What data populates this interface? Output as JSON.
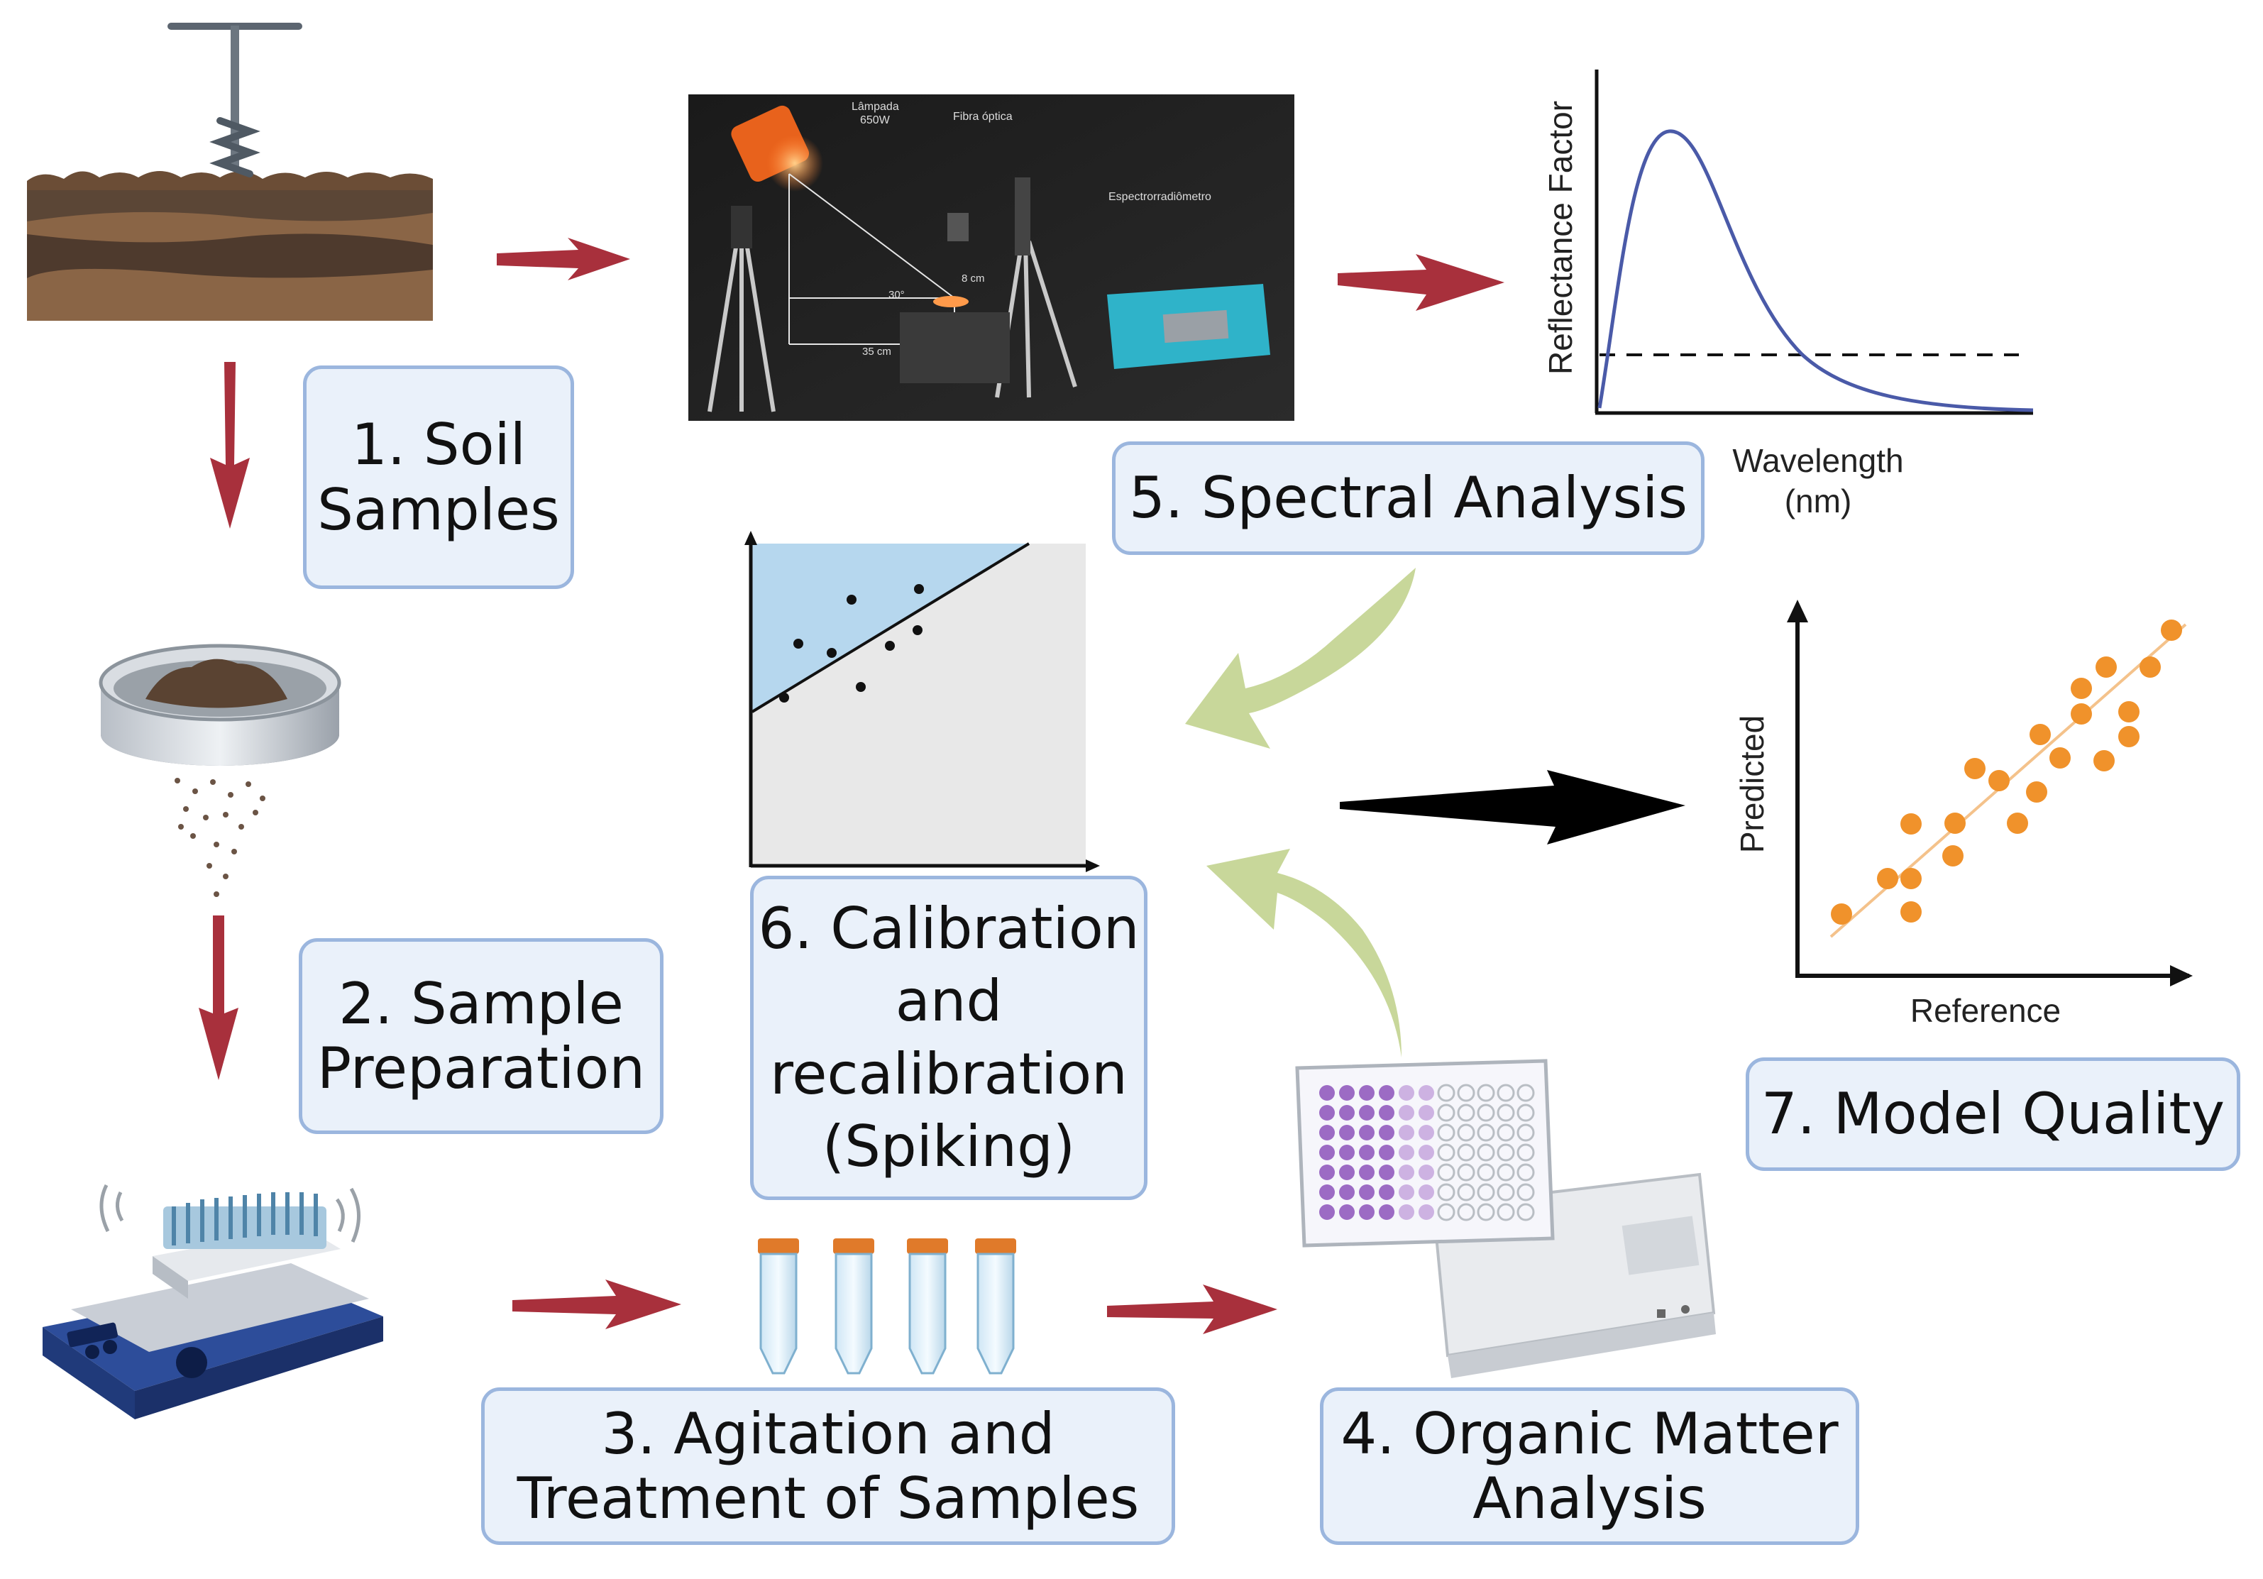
{
  "steps": {
    "s1": {
      "line1": "1. Soil",
      "line2": "Samples"
    },
    "s2": {
      "line1": "2. Sample",
      "line2": "Preparation"
    },
    "s3": {
      "line1": "3. Agitation and",
      "line2": "Treatment of Samples"
    },
    "s4": {
      "line1": "4. Organic Matter",
      "line2": "Analysis"
    },
    "s5": {
      "line1": "5. Spectral Analysis"
    },
    "s6": {
      "line1": "6. Calibration",
      "line2": "and",
      "line3": "recalibration",
      "line4": "(Spiking)"
    },
    "s7": {
      "line1": "7. Model Quality"
    }
  },
  "spectral_plot": {
    "ylabel": "Reflectance Factor",
    "xlabel_line1": "Wavelength",
    "xlabel_line2": "(nm)"
  },
  "photo_labels": {
    "lamp_line1": "Lâmpada",
    "lamp_line2": "650W",
    "fiber": "Fibra óptica",
    "spectro": "Espectrorradiômetro",
    "dist_8": "8 cm",
    "angle": "30°",
    "dist_35": "35 cm"
  },
  "model_plot": {
    "ylabel": "Predicted",
    "xlabel": "Reference"
  },
  "colors": {
    "arrow_red": "#a8303c",
    "arrow_green": "#c8d79a",
    "arrow_black": "#000000",
    "box_fill": "#eaf1fa",
    "box_border": "#9bb6de",
    "curve_blue": "#4a5aa8",
    "dot_orange": "#f0922b"
  },
  "icons": [
    "soil-auger-icon",
    "sieve-icon",
    "shaker-icon",
    "falcon-tube-icon",
    "microplate-reader-icon"
  ]
}
